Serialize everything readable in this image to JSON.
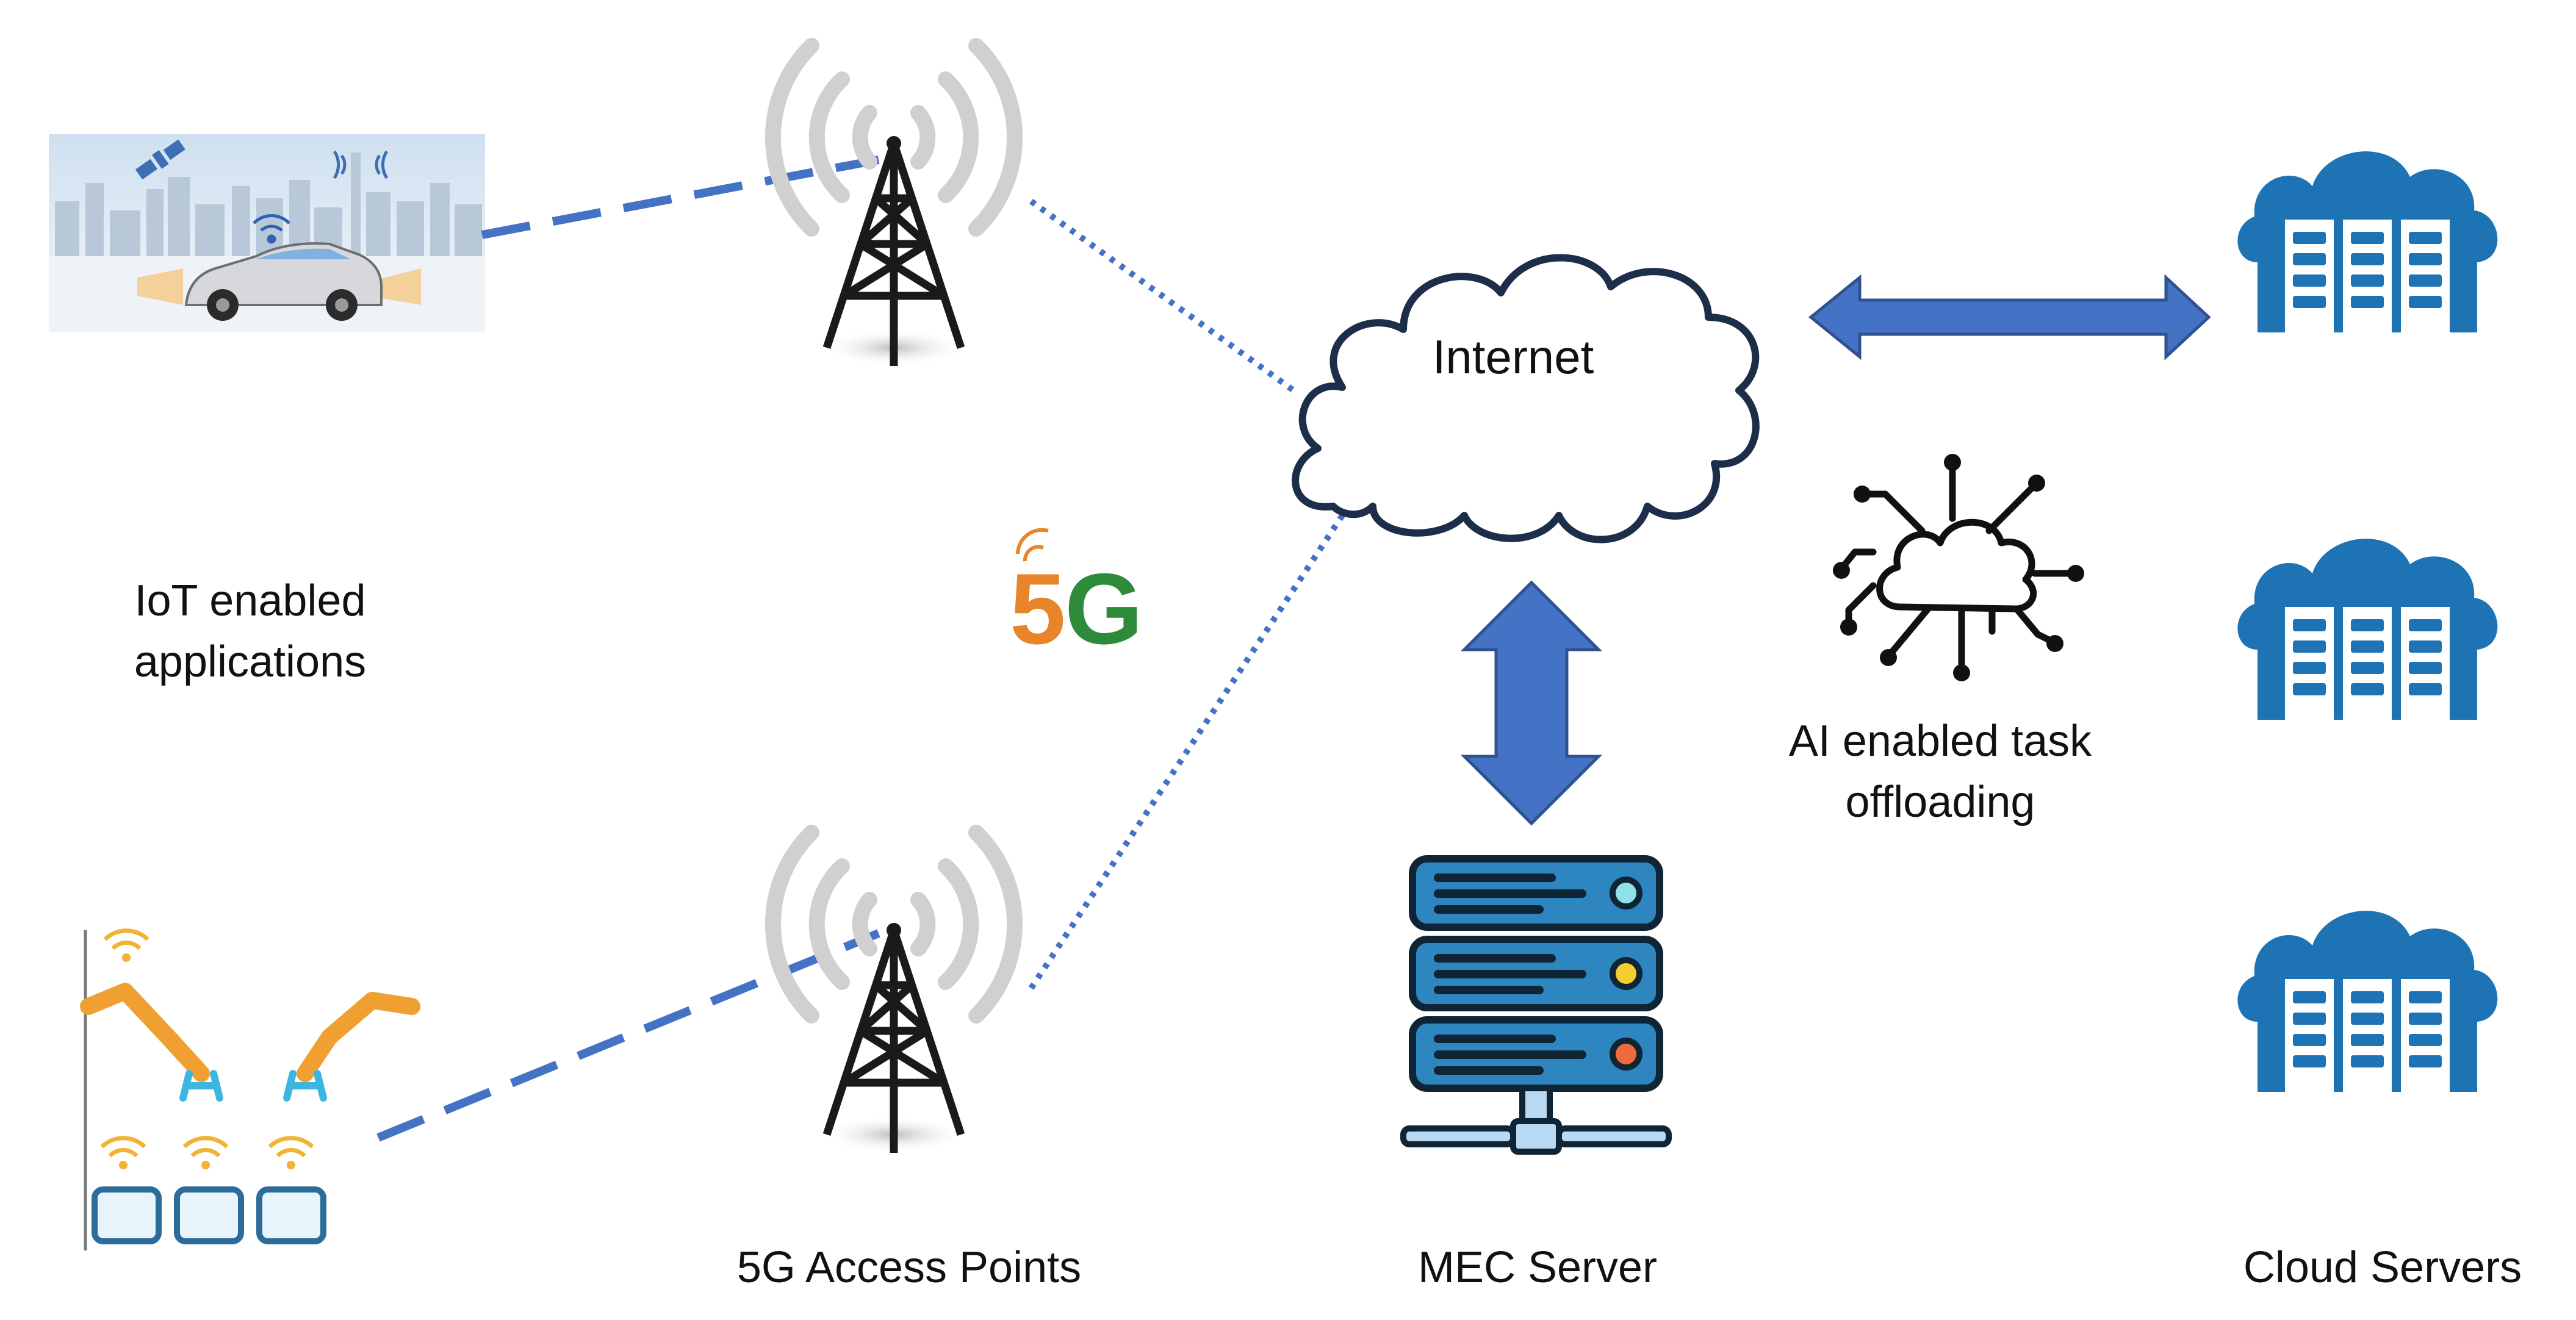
{
  "labels": {
    "iot_line1": "IoT enabled",
    "iot_line2": "applications",
    "internet": "Internet",
    "ai_line1": "AI enabled task",
    "ai_line2": "offloading",
    "access_points": "5G Access Points",
    "mec_server": "MEC Server",
    "cloud_servers": "Cloud Servers",
    "badge_5g": "5G"
  },
  "colors": {
    "link_blue": "#4472c4",
    "cloud_outline": "#1c2e4a",
    "server_blue": "#1e73b4",
    "tower_black": "#1a1a1a",
    "signal_gray": "#d0d0d0",
    "five_orange": "#e8842a",
    "g_green": "#2e8b3a",
    "mec_blue": "#2e86c1",
    "mec_dark": "#0f2536"
  },
  "icons": {
    "vehicle": "connected-car-icon",
    "factory": "robot-arm-icon",
    "tower": "cell-tower-icon",
    "cloud": "cloud-icon",
    "ai": "ai-cloud-network-icon",
    "mec": "server-rack-icon",
    "cloud_server": "cloud-server-icon"
  }
}
